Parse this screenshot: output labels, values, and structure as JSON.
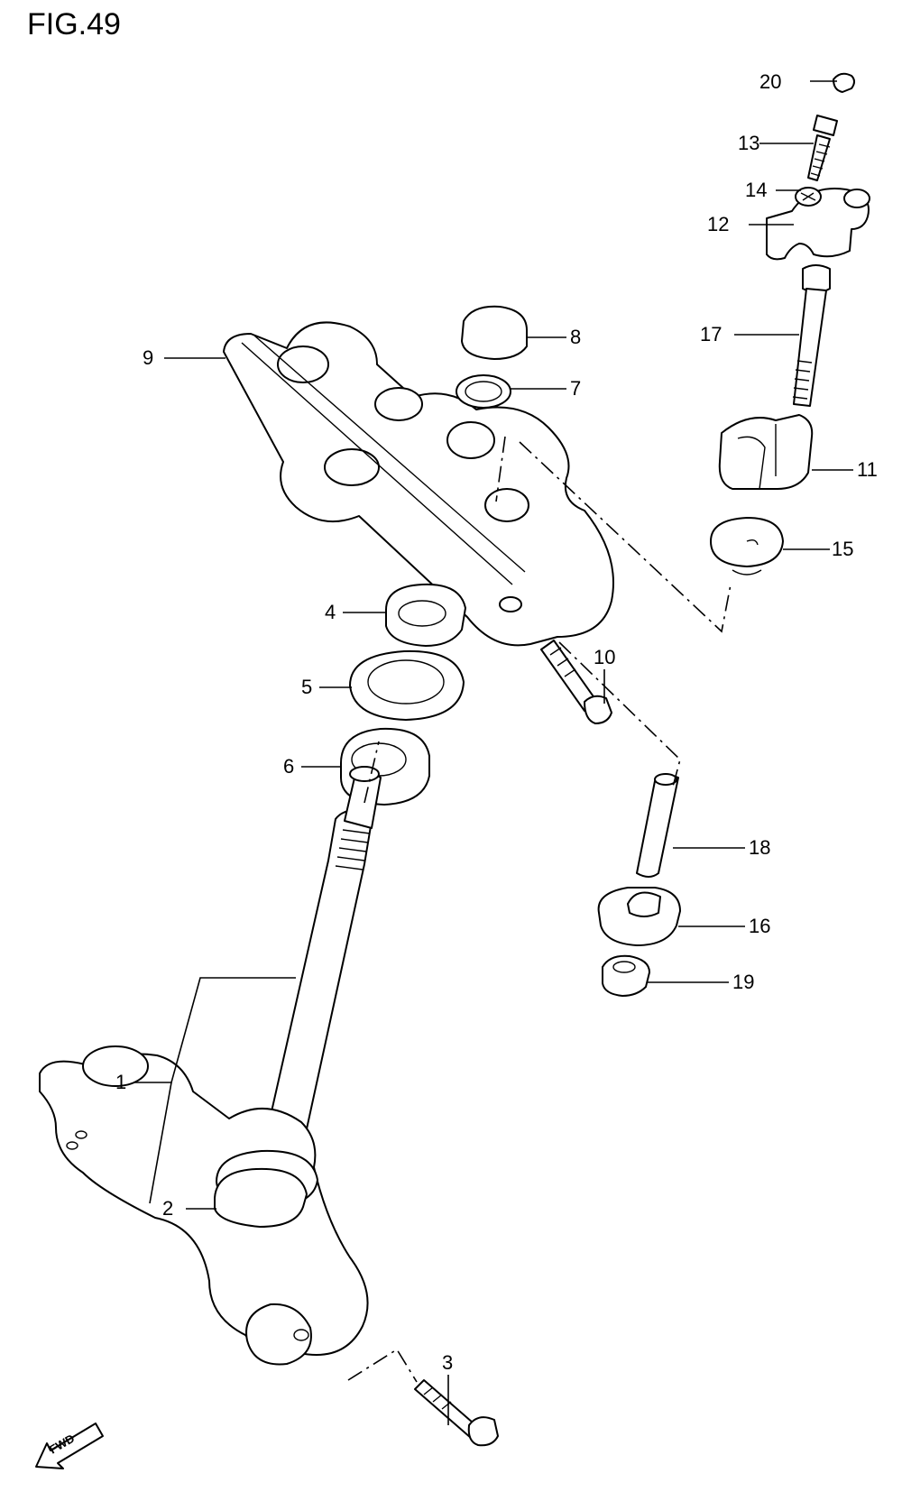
{
  "figure": {
    "title": "FIG.49"
  },
  "callouts": [
    {
      "id": "c1",
      "label": "1"
    },
    {
      "id": "c2",
      "label": "2"
    },
    {
      "id": "c3",
      "label": "3"
    },
    {
      "id": "c4",
      "label": "4"
    },
    {
      "id": "c5",
      "label": "5"
    },
    {
      "id": "c6",
      "label": "6"
    },
    {
      "id": "c7",
      "label": "7"
    },
    {
      "id": "c8",
      "label": "8"
    },
    {
      "id": "c9",
      "label": "9"
    },
    {
      "id": "c10",
      "label": "10"
    },
    {
      "id": "c11",
      "label": "11"
    },
    {
      "id": "c12",
      "label": "12"
    },
    {
      "id": "c13",
      "label": "13"
    },
    {
      "id": "c14",
      "label": "14"
    },
    {
      "id": "c15",
      "label": "15"
    },
    {
      "id": "c16",
      "label": "16"
    },
    {
      "id": "c17",
      "label": "17"
    },
    {
      "id": "c18",
      "label": "18"
    },
    {
      "id": "c19",
      "label": "19"
    },
    {
      "id": "c20",
      "label": "20"
    }
  ],
  "direction_badge": {
    "text": "FWD"
  }
}
